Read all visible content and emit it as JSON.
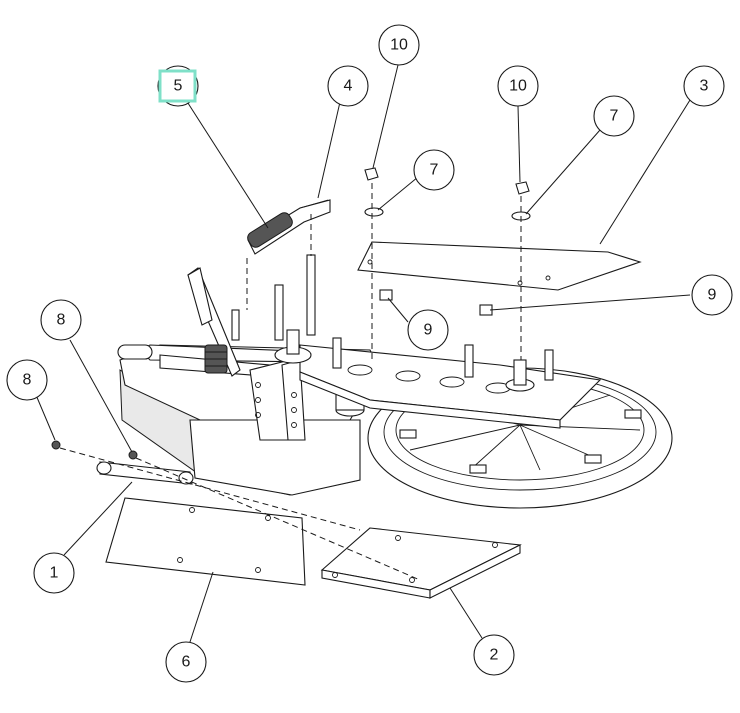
{
  "diagram": {
    "highlight_color": "#7fe0c8",
    "highlighted_callout": "5",
    "callouts": [
      {
        "id": "c1",
        "label": "1"
      },
      {
        "id": "c2",
        "label": "2"
      },
      {
        "id": "c3",
        "label": "3"
      },
      {
        "id": "c4",
        "label": "4"
      },
      {
        "id": "c5",
        "label": "5"
      },
      {
        "id": "c6",
        "label": "6"
      },
      {
        "id": "c7a",
        "label": "7"
      },
      {
        "id": "c7b",
        "label": "7"
      },
      {
        "id": "c8a",
        "label": "8"
      },
      {
        "id": "c8b",
        "label": "8"
      },
      {
        "id": "c9a",
        "label": "9"
      },
      {
        "id": "c9b",
        "label": "9"
      },
      {
        "id": "c10a",
        "label": "10"
      },
      {
        "id": "c10b",
        "label": "10"
      }
    ]
  }
}
